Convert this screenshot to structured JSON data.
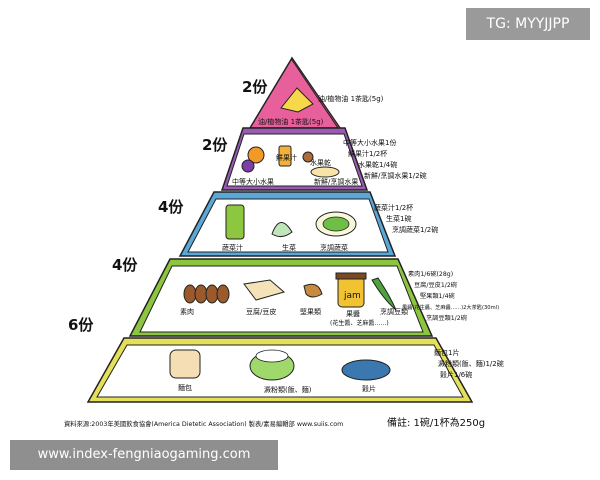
{
  "tiers": [
    {
      "servings": "2份",
      "band_label": "油/植物油 1茶匙(5g)",
      "notes": [
        "油/植物油 1茶匙(5g)"
      ],
      "item_labels": [],
      "color": "#e8609b"
    },
    {
      "servings": "2份",
      "band_label": "",
      "notes": [
        "中等大小水果1份",
        "鮮果汁1/2杯",
        "水果乾1/4碗",
        "新鮮/烹調水果1/2碗"
      ],
      "item_labels": [
        "中等大小水果",
        "鮮果汁",
        "水果乾",
        "新鮮/烹調水果"
      ],
      "color": "#9b5bb5"
    },
    {
      "servings": "4份",
      "band_label": "",
      "notes": [
        "蔬菜汁1/2杯",
        "生菜1碗",
        "烹調蔬菜1/2碗"
      ],
      "item_labels": [
        "蔬菜汁",
        "生菜",
        "烹調蔬菜"
      ],
      "color": "#5ba8d8"
    },
    {
      "servings": "4份",
      "band_label": "",
      "notes": [
        "素肉1/6碗(28g)",
        "豆腐/豆皮1/2碗",
        "堅果類1/4碗",
        "果醬(花生醬、芝麻醬……)2大茶匙(30ml)",
        "烹調豆類1/2碗"
      ],
      "item_labels": [
        "素肉",
        "豆腐/豆皮",
        "堅果類",
        "果醬",
        "(花生醬、芝麻醬……)",
        "烹調豆類"
      ],
      "jam_label": "jam",
      "color": "#8cc63f"
    },
    {
      "servings": "6份",
      "band_label": "",
      "notes": [
        "麵包1片",
        "澱粉類(飯、麵)1/2碗",
        "穀片1/6碗"
      ],
      "item_labels": [
        "麵包",
        "澱粉類(飯、麵)",
        "穀片"
      ],
      "color": "#e5e05a"
    }
  ],
  "footer": {
    "source": "資料來源:2003年美國飲食協會(America Dietetic Association) 製表/素易編輯部 www.suiis.com",
    "remark": "備註: 1碗/1杯為250g"
  },
  "watermark": "TG: MYYJJPP",
  "url": "www.index-fengniaogaming.com"
}
